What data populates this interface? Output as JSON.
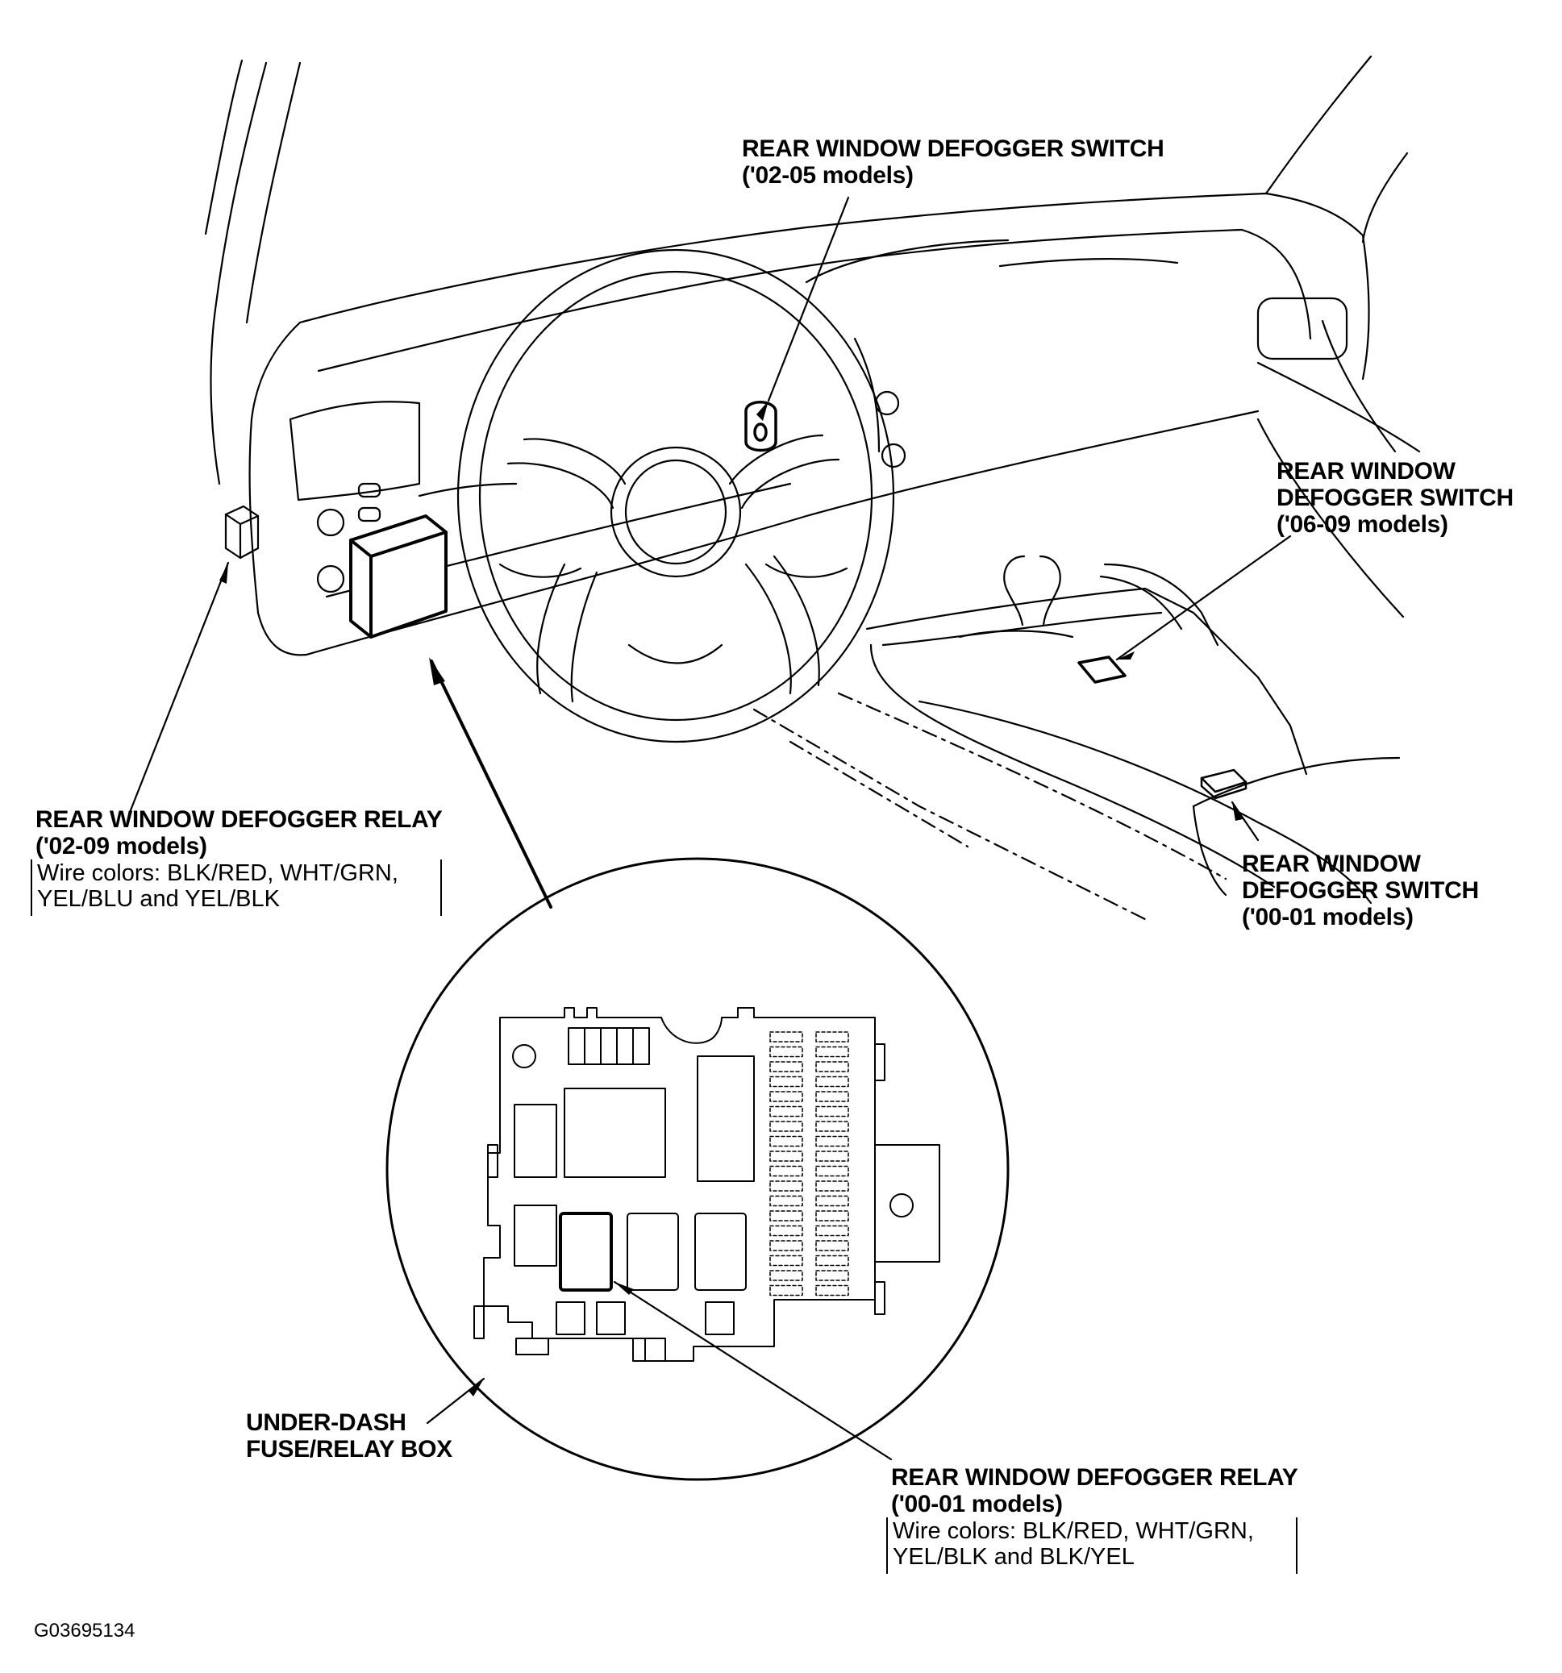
{
  "labels": {
    "switch_02_05": {
      "title": "REAR WINDOW DEFOGGER SWITCH",
      "models": "('02-05 models)"
    },
    "switch_06_09": {
      "line1": "REAR WINDOW",
      "line2": "DEFOGGER SWITCH",
      "models": "('06-09 models)"
    },
    "switch_00_01": {
      "line1": "REAR WINDOW",
      "line2": "DEFOGGER SWITCH",
      "models": "('00-01 models)"
    },
    "relay_02_09": {
      "title": "REAR WINDOW DEFOGGER RELAY",
      "models": "('02-09 models)",
      "wires_line1": "Wire colors: BLK/RED, WHT/GRN,",
      "wires_line2": "YEL/BLU and YEL/BLK"
    },
    "under_dash_box": {
      "line1": "UNDER-DASH",
      "line2": "FUSE/RELAY BOX"
    },
    "relay_00_01": {
      "title": "REAR WINDOW DEFOGGER RELAY",
      "models": "('00-01 models)",
      "wires_line1": "Wire colors: BLK/RED, WHT/GRN,",
      "wires_line2": "YEL/BLK and BLK/YEL"
    }
  },
  "figure_code": "G03695134",
  "colors": {
    "ink": "#000000",
    "background": "#ffffff"
  }
}
